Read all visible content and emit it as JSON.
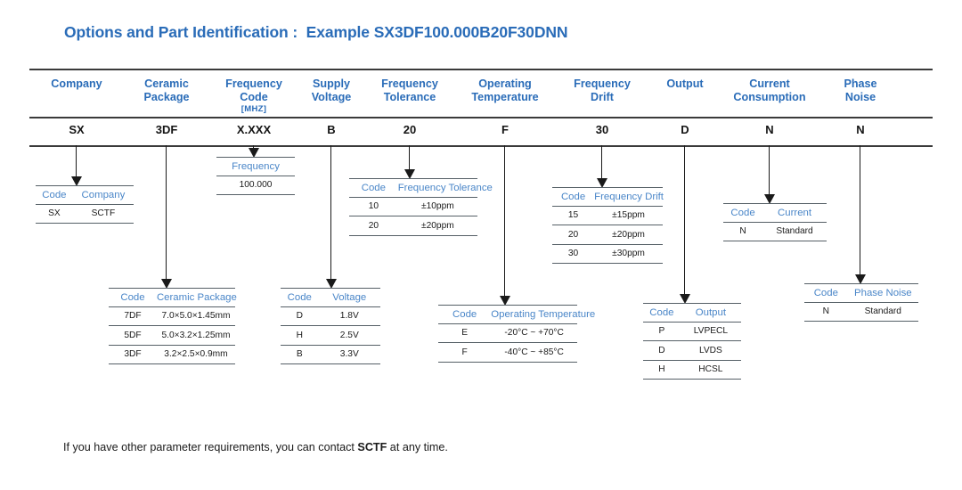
{
  "title": "Options and Part Identification :  Example SX3DF100.000B20F30DNN",
  "footer": {
    "before": "If you have other parameter requirements, you can contact ",
    "bold": "SCTF",
    "after": " at any time."
  },
  "colors": {
    "title_blue": "#2a6cb8",
    "header_blue": "#2a6cb8",
    "subheader_blue": "#4a86c8",
    "rule_dark": "#3a3a3a",
    "rule_table": "#555f66",
    "text_dark": "#1a1a1a",
    "background": "#ffffff"
  },
  "columns": [
    {
      "key": "company",
      "header": "Company",
      "unit": "",
      "code": "SX",
      "table": {
        "headers": [
          "Code",
          "Company"
        ],
        "rows": [
          [
            "SX",
            "SCTF"
          ]
        ]
      }
    },
    {
      "key": "ceramic_package",
      "header": "Ceramic\nPackage",
      "unit": "",
      "code": "3DF",
      "table": {
        "headers": [
          "Code",
          "Ceramic Package"
        ],
        "rows": [
          [
            "7DF",
            "7.0×5.0×1.45mm"
          ],
          [
            "5DF",
            "5.0×3.2×1.25mm"
          ],
          [
            "3DF",
            "3.2×2.5×0.9mm"
          ]
        ]
      }
    },
    {
      "key": "frequency_code",
      "header": "Frequency\nCode",
      "unit": "[MHZ]",
      "code": "X.XXX",
      "table": {
        "headers": [
          "Frequency"
        ],
        "rows": [
          [
            "100.000"
          ]
        ]
      }
    },
    {
      "key": "supply_voltage",
      "header": "Supply\nVoltage",
      "unit": "",
      "code": "B",
      "table": {
        "headers": [
          "Code",
          "Voltage"
        ],
        "rows": [
          [
            "D",
            "1.8V"
          ],
          [
            "H",
            "2.5V"
          ],
          [
            "B",
            "3.3V"
          ]
        ]
      }
    },
    {
      "key": "frequency_tolerance",
      "header": "Frequency\nTolerance",
      "unit": "",
      "code": "20",
      "table": {
        "headers": [
          "Code",
          "Frequency Tolerance"
        ],
        "rows": [
          [
            "10",
            "±10ppm"
          ],
          [
            "20",
            "±20ppm"
          ]
        ]
      }
    },
    {
      "key": "operating_temperature",
      "header": "Operating\nTemperature",
      "unit": "",
      "code": "F",
      "table": {
        "headers": [
          "Code",
          "Operating Temperature"
        ],
        "rows": [
          [
            "E",
            "-20°C ~ +70°C"
          ],
          [
            "F",
            "-40°C ~ +85°C"
          ]
        ]
      }
    },
    {
      "key": "frequency_drift",
      "header": "Frequency\nDrift",
      "unit": "",
      "code": "30",
      "table": {
        "headers": [
          "Code",
          "Frequency Drift"
        ],
        "rows": [
          [
            "15",
            "±15ppm"
          ],
          [
            "20",
            "±20ppm"
          ],
          [
            "30",
            "±30ppm"
          ]
        ]
      }
    },
    {
      "key": "output",
      "header": "Output",
      "unit": "",
      "code": "D",
      "table": {
        "headers": [
          "Code",
          "Output"
        ],
        "rows": [
          [
            "P",
            "LVPECL"
          ],
          [
            "D",
            "LVDS"
          ],
          [
            "H",
            "HCSL"
          ]
        ]
      }
    },
    {
      "key": "current_consumption",
      "header": "Current\nConsumption",
      "unit": "",
      "code": "N",
      "table": {
        "headers": [
          "Code",
          "Current"
        ],
        "rows": [
          [
            "N",
            "Standard"
          ]
        ]
      }
    },
    {
      "key": "phase_noise",
      "header": "Phase\nNoise",
      "unit": "",
      "code": "N",
      "table": {
        "headers": [
          "Code",
          "Phase Noise"
        ],
        "rows": [
          [
            "N",
            "Standard"
          ]
        ]
      }
    }
  ]
}
